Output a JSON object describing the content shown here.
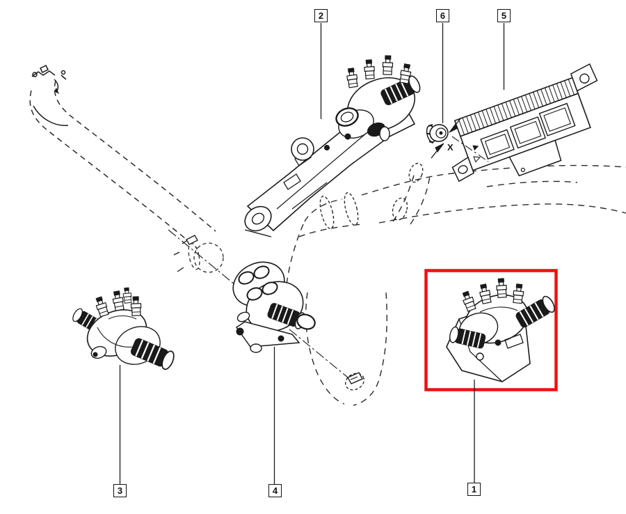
{
  "diagram": {
    "background_color": "#ffffff",
    "line_color": "#1a1a1a",
    "highlight_color": "#ee1111",
    "dimension_marker": "X"
  },
  "callouts": {
    "c1": {
      "label": "1"
    },
    "c2": {
      "label": "2"
    },
    "c3": {
      "label": "3"
    },
    "c4": {
      "label": "4"
    },
    "c5": {
      "label": "5"
    },
    "c6": {
      "label": "6"
    }
  }
}
